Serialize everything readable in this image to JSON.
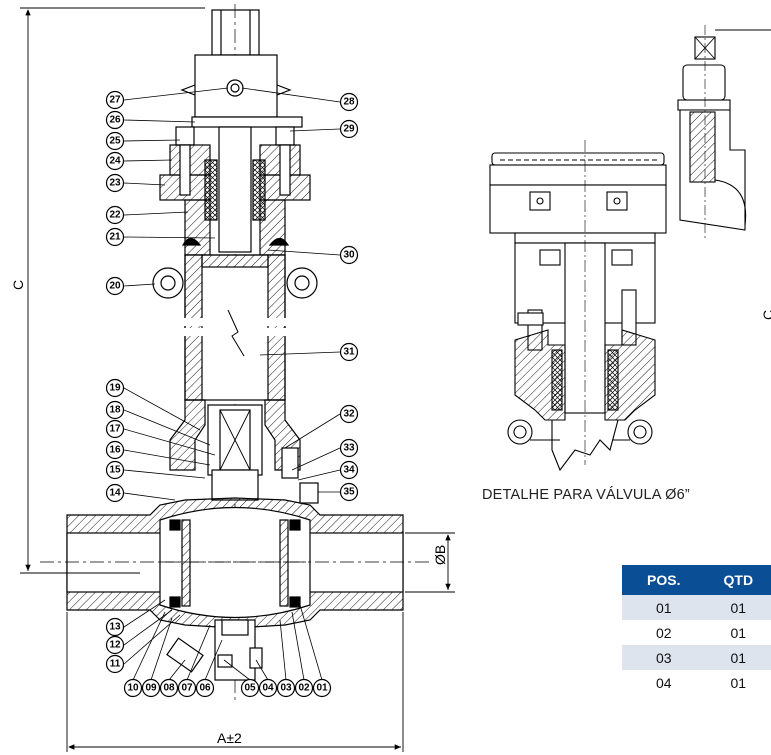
{
  "dimensions": {
    "height": "C",
    "bore": "ØB",
    "length": "A±2",
    "detail_height": "C"
  },
  "detail_caption": "DETALHE PARA VÁLVULA Ø6”",
  "table": {
    "headers": [
      "POS.",
      "QTD"
    ],
    "rows": [
      [
        "01",
        "01"
      ],
      [
        "02",
        "01"
      ],
      [
        "03",
        "01"
      ],
      [
        "04",
        "01"
      ]
    ]
  },
  "callouts": {
    "c27": "27",
    "c26": "26",
    "c25": "25",
    "c24": "24",
    "c23": "23",
    "c22": "22",
    "c21": "21",
    "c20": "20",
    "c19": "19",
    "c18": "18",
    "c17": "17",
    "c16": "16",
    "c15": "15",
    "c14": "14",
    "c13": "13",
    "c12": "12",
    "c11": "11",
    "c28": "28",
    "c29": "29",
    "c30": "30",
    "c31": "31",
    "c32": "32",
    "c33": "33",
    "c34": "34",
    "c35": "35",
    "c10": "10",
    "c09": "09",
    "c08": "08",
    "c07": "07",
    "c06": "06",
    "c05": "05",
    "c04": "04",
    "c03": "03",
    "c02": "02",
    "c01": "01"
  }
}
